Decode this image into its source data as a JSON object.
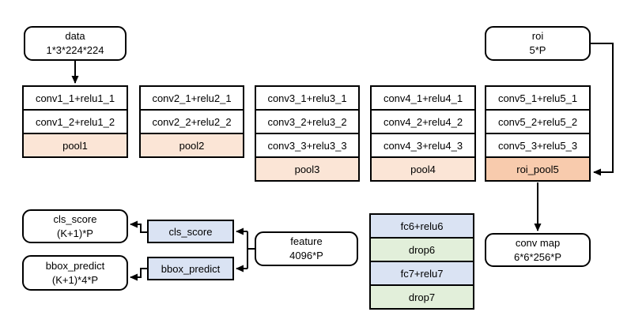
{
  "diagram_type": "cnn-architecture-flowchart",
  "colors": {
    "pool_fill": "#fbe5d6",
    "roi_pool_fill": "#f8cbad",
    "fc_fill": "#dae3f3",
    "drop_fill": "#e2efda",
    "node_fill": "#ffffff",
    "border": "#000000",
    "arrow": "#000000"
  },
  "nodes": {
    "data": {
      "name": "data",
      "shape": "1*3*224*224"
    },
    "roi": {
      "name": "roi",
      "shape": "5*P"
    },
    "cls_score_out": {
      "name": "cls_score",
      "shape": "(K+1)*P"
    },
    "bbox_predict_out": {
      "name": "bbox_predict",
      "shape": "(K+1)*4*P"
    },
    "feature": {
      "name": "feature",
      "shape": "4096*P"
    },
    "conv_map": {
      "name": "conv map",
      "shape": "6*6*256*P"
    },
    "cls_score_layer": {
      "label": "cls_score"
    },
    "bbox_predict_layer": {
      "label": "bbox_predict"
    }
  },
  "columns": {
    "conv1": {
      "rows": [
        {
          "label": "conv1_1+relu1_1",
          "type": "conv"
        },
        {
          "label": "conv1_2+relu1_2",
          "type": "conv"
        },
        {
          "label": "pool1",
          "type": "pool"
        }
      ]
    },
    "conv2": {
      "rows": [
        {
          "label": "conv2_1+relu2_1",
          "type": "conv"
        },
        {
          "label": "conv2_2+relu2_2",
          "type": "conv"
        },
        {
          "label": "pool2",
          "type": "pool"
        }
      ]
    },
    "conv3": {
      "rows": [
        {
          "label": "conv3_1+relu3_1",
          "type": "conv"
        },
        {
          "label": "conv3_2+relu3_2",
          "type": "conv"
        },
        {
          "label": "conv3_3+relu3_3",
          "type": "conv"
        },
        {
          "label": "pool3",
          "type": "pool"
        }
      ]
    },
    "conv4": {
      "rows": [
        {
          "label": "conv4_1+relu4_1",
          "type": "conv"
        },
        {
          "label": "conv4_2+relu4_2",
          "type": "conv"
        },
        {
          "label": "conv4_3+relu4_3",
          "type": "conv"
        },
        {
          "label": "pool4",
          "type": "pool"
        }
      ]
    },
    "conv5": {
      "rows": [
        {
          "label": "conv5_1+relu5_1",
          "type": "conv"
        },
        {
          "label": "conv5_2+relu5_2",
          "type": "conv"
        },
        {
          "label": "conv5_3+relu5_3",
          "type": "conv"
        },
        {
          "label": "roi_pool5",
          "type": "roi_pool"
        }
      ]
    },
    "fc": {
      "rows": [
        {
          "label": "fc6+relu6",
          "type": "fc"
        },
        {
          "label": "drop6",
          "type": "drop"
        },
        {
          "label": "fc7+relu7",
          "type": "fc"
        },
        {
          "label": "drop7",
          "type": "drop"
        }
      ]
    }
  },
  "edges": [
    "data -> conv1_block",
    "roi -> roi_pool5",
    "roi_pool5 -> conv_map",
    "feature -> cls_score_layer",
    "feature -> bbox_predict_layer",
    "cls_score_layer -> cls_score_out",
    "bbox_predict_layer -> bbox_predict_out"
  ]
}
